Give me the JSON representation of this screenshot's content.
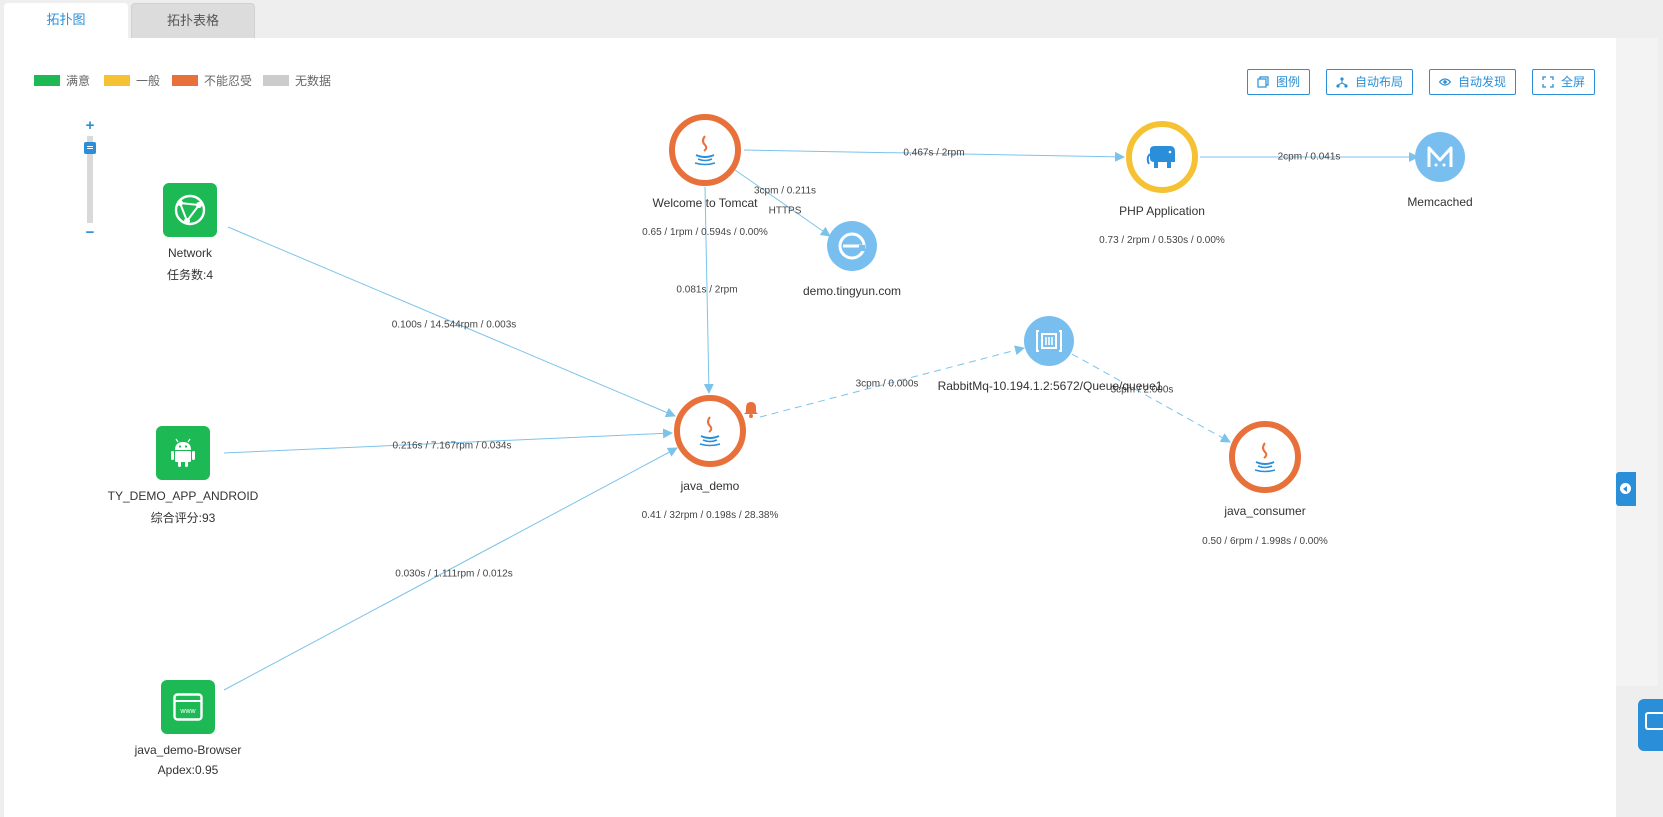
{
  "tabs": [
    {
      "label": "拓扑图",
      "active": true
    },
    {
      "label": "拓扑表格",
      "active": false
    }
  ],
  "legend": [
    {
      "label": "满意",
      "color": "#1db954"
    },
    {
      "label": "一般",
      "color": "#f5c234"
    },
    {
      "label": "不能忍受",
      "color": "#e8703a"
    },
    {
      "label": "无数据",
      "color": "#cccccc"
    }
  ],
  "toolbar": {
    "legend_btn": "图例",
    "auto_layout_btn": "自动布局",
    "auto_discover_btn": "自动发现",
    "fullscreen_btn": "全屏"
  },
  "zoom": {
    "plus": "+",
    "minus": "−",
    "level": 0.9
  },
  "nodes": {
    "tomcat": {
      "label": "Welcome to Tomcat",
      "stats": "0.65 / 1rpm / 0.594s / 0.00%",
      "status": "不能忍受",
      "icon": "java-icon"
    },
    "php": {
      "label": "PHP Application",
      "stats": "0.73 / 2rpm / 0.530s / 0.00%",
      "status": "一般",
      "icon": "php-elephant-icon"
    },
    "memcached": {
      "label": "Memcached",
      "icon": "memcached-icon"
    },
    "demo_tingyun": {
      "label": "demo.tingyun.com",
      "icon": "external-service-icon"
    },
    "network": {
      "label": "Network",
      "sub": "任务数:4",
      "status": "满意",
      "icon": "network-icon"
    },
    "android": {
      "label": "TY_DEMO_APP_ANDROID",
      "sub": "综合评分:93",
      "status": "满意",
      "icon": "android-icon"
    },
    "browser": {
      "label": "java_demo-Browser",
      "sub": "Apdex:0.95",
      "status": "满意",
      "icon": "browser-icon"
    },
    "java_demo": {
      "label": "java_demo",
      "stats": "0.41 / 32rpm / 0.198s / 28.38%",
      "status": "不能忍受",
      "icon": "java-icon"
    },
    "rabbitmq": {
      "label": "RabbitMq-10.194.1.2:5672/Queue/queue1",
      "icon": "message-queue-icon"
    },
    "java_consumer": {
      "label": "java_consumer",
      "stats": "0.50 / 6rpm / 1.998s / 0.00%",
      "status": "不能忍受",
      "icon": "java-icon"
    }
  },
  "edges": {
    "tomcat_php": "0.467s / 2rpm",
    "php_memcached": "2cpm / 0.041s",
    "tomcat_demo": "3cpm / 0.211s",
    "tomcat_demo_protocol": "HTTPS",
    "tomcat_java": "0.081s / 2rpm",
    "network_java": "0.100s / 14.544rpm / 0.003s",
    "android_java": "0.216s / 7.167rpm / 0.034s",
    "browser_java": "0.030s / 1.111rpm / 0.012s",
    "java_rabbit": "3cpm / 0.000s",
    "rabbit_consumer": "3cpm / 2.000s"
  },
  "colors": {
    "accent": "#2a8fd8",
    "edge": "#7cc3ea",
    "alert": "#e8703a"
  }
}
